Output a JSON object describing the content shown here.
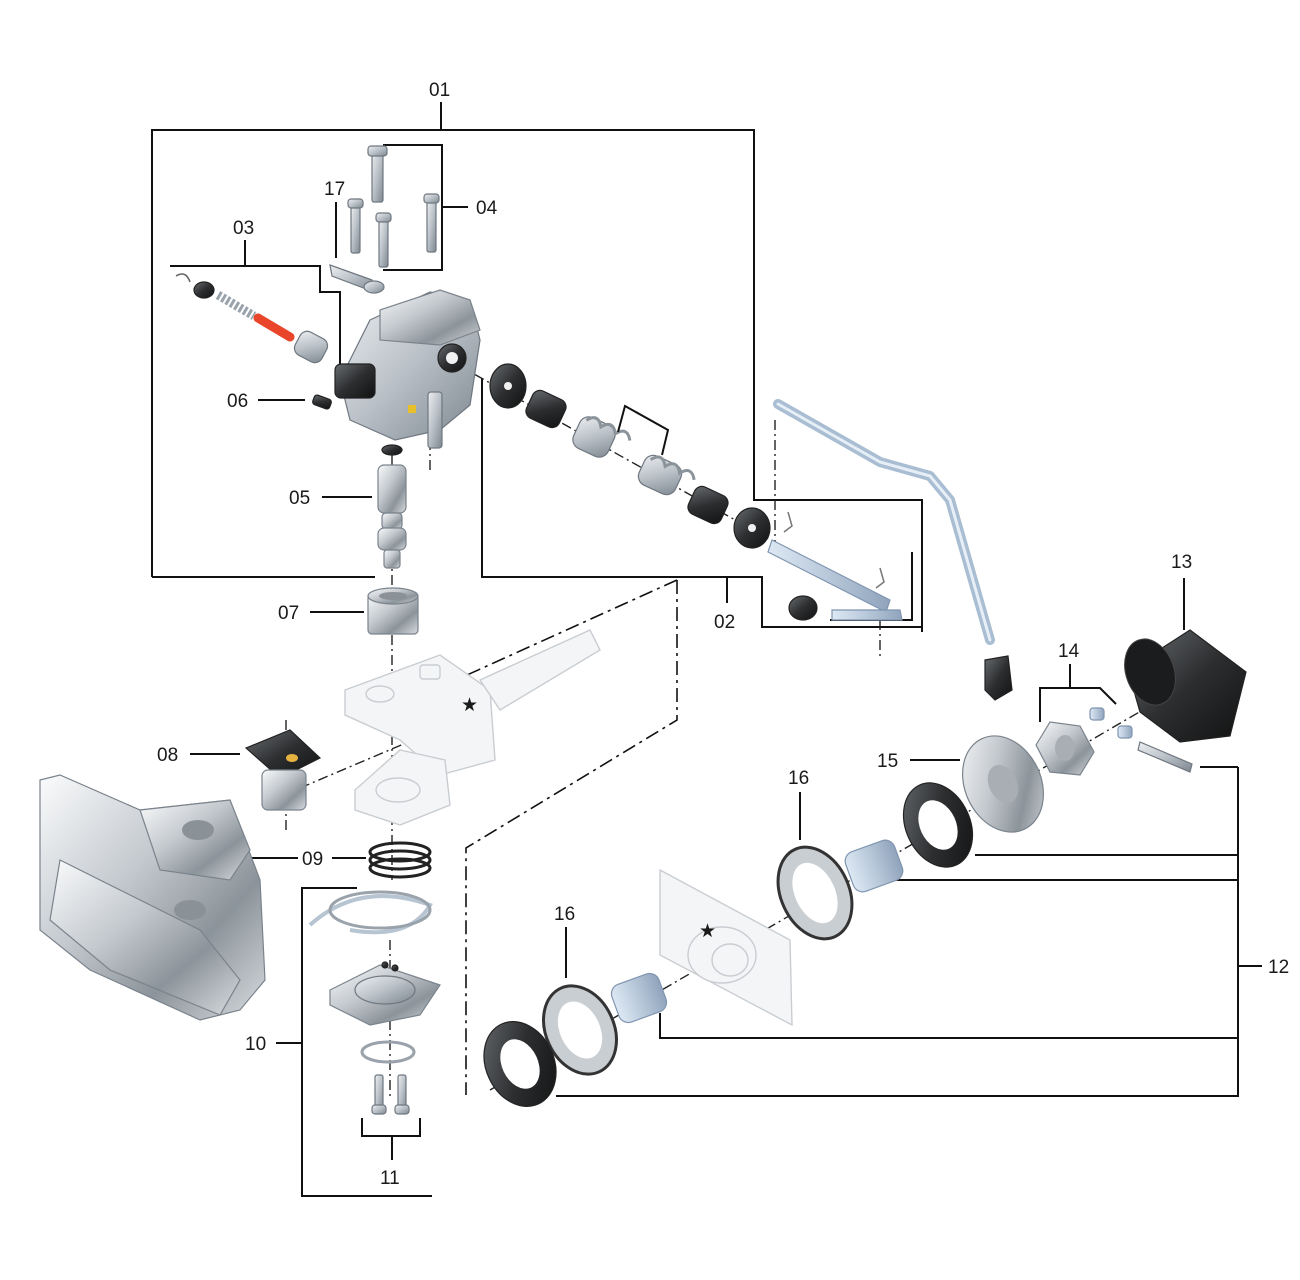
{
  "callouts": {
    "c01": "01",
    "c02": "02",
    "c03": "03",
    "c04": "04",
    "c05": "05",
    "c06": "06",
    "c07": "07",
    "c08": "08",
    "c09": "09",
    "c10": "10",
    "c11": "11",
    "c12": "12",
    "c13": "13",
    "c14": "14",
    "c15": "15",
    "c16a": "16",
    "c16b": "16",
    "c17": "17"
  },
  "markers": {
    "star_symbol": "★",
    "star_color": "#0b2f8a"
  },
  "colors": {
    "accent_spring_red": "#e8452a",
    "line": "#111111"
  }
}
